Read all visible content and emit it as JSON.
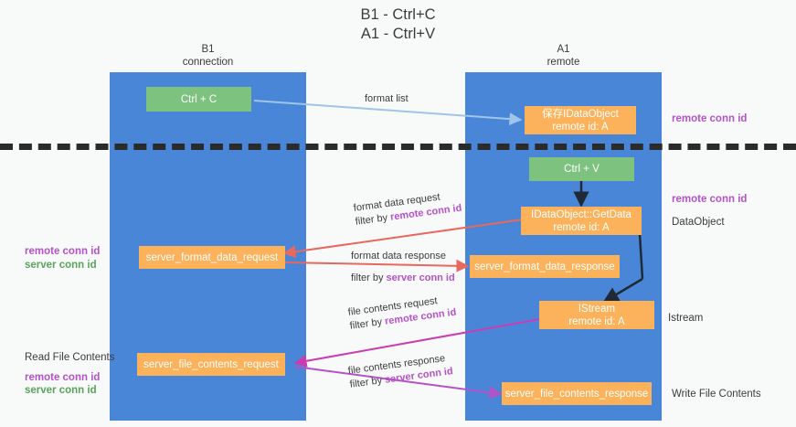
{
  "title": {
    "line1": "B1 - Ctrl+C",
    "line2": "A1 - Ctrl+V"
  },
  "columns": [
    {
      "name": "B1",
      "sub": "connection"
    },
    {
      "name": "A1",
      "sub": "remote"
    }
  ],
  "colors": {
    "lane": "#4a86d8",
    "box_green": "#7dc37f",
    "box_orange": "#fbb25b",
    "accent_purple": "#b452c8",
    "accent_green": "#5aa35c",
    "arrow_blue": "#9fc5e8",
    "arrow_red": "#e8685d",
    "arrow_magenta": "#cc3bb0",
    "arrow_purple": "#b452c8",
    "arrow_black": "#1f2a36",
    "text": "#3c3c3c",
    "divider": "#2b2b2b"
  },
  "boxes": {
    "ctrl_c": {
      "label": "Ctrl + C",
      "kind": "green"
    },
    "save_idataobject": {
      "line1": "保存IDataObject",
      "line2": "remote id: A",
      "kind": "orange"
    },
    "ctrl_v": {
      "label": "Ctrl + V",
      "kind": "green"
    },
    "getdata": {
      "line1": "IDataObject::GetData",
      "line2": "remote id: A",
      "kind": "orange"
    },
    "server_format_data_request": {
      "label": "server_format_data_request",
      "kind": "orange"
    },
    "server_format_data_response": {
      "label": "server_format_data_response",
      "kind": "orange"
    },
    "istream": {
      "line1": "IStream",
      "line2": "remote id: A",
      "kind": "orange"
    },
    "server_file_contents_request": {
      "label": "server_file_contents_request",
      "kind": "orange"
    },
    "server_file_contents_response": {
      "label": "server_file_contents_response",
      "kind": "orange"
    }
  },
  "annotations": {
    "format_list": "format list",
    "format_data_request": "format data request",
    "format_data_request_filter_prefix": "filter by ",
    "format_data_request_filter_key": "remote conn id",
    "format_data_response": "format data response",
    "format_data_response_filter_prefix": "filter by ",
    "format_data_response_filter_key": "server conn id",
    "file_contents_request": "file contents request",
    "file_contents_request_filter_prefix": "filter by ",
    "file_contents_request_filter_key": "remote conn id",
    "file_contents_response": "file contents response",
    "file_contents_response_filter_prefix": "filter by ",
    "file_contents_response_filter_key": "server conn id"
  },
  "side_labels": {
    "right_remote_conn_id_top": "remote conn id",
    "right_remote_conn_id_mid": "remote conn id",
    "right_dataobject": "DataObject",
    "right_istream": "Istream",
    "right_write_file_contents": "Write File Contents",
    "left_remote_conn_id_1": "remote conn id",
    "left_server_conn_id_1": "server conn id",
    "left_read_file_contents": "Read File Contents",
    "left_remote_conn_id_2": "remote conn id",
    "left_server_conn_id_2": "server conn id"
  }
}
